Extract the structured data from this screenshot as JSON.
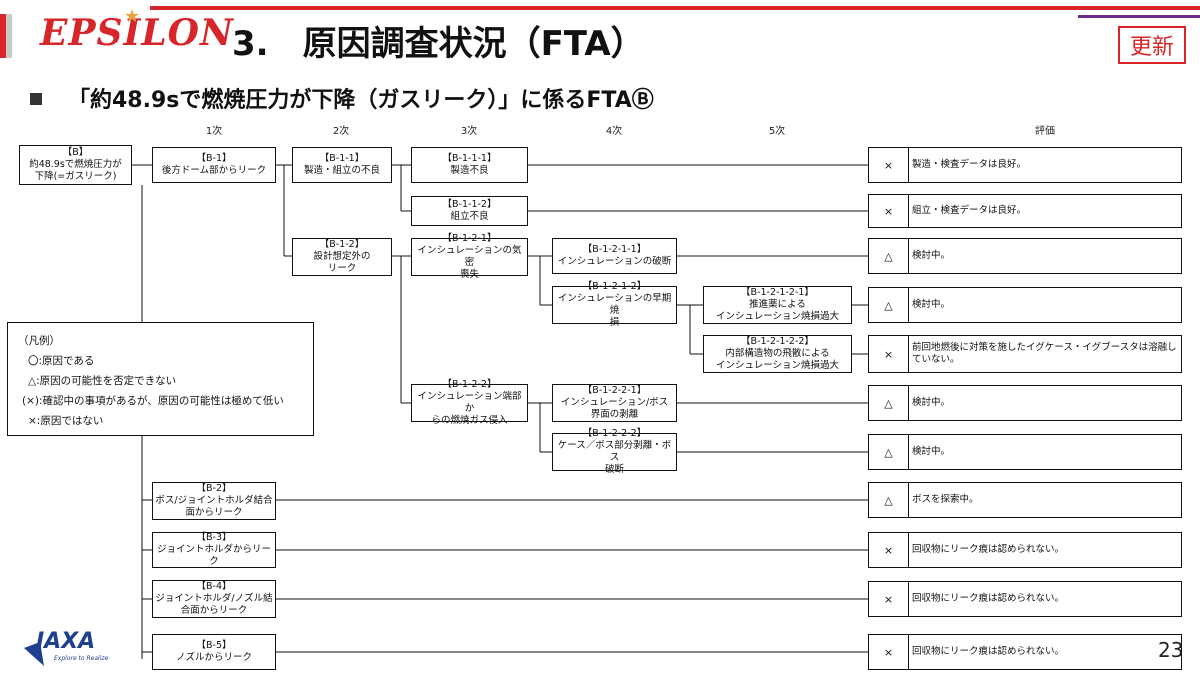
{
  "header": {
    "logo": "EPSILON",
    "title": "3.　原因調査状況（FTA）",
    "badge": "更新",
    "subtitle": "「約48.9sで燃焼圧力が下降（ガスリーク）」に係るFTAⒷ"
  },
  "columns": {
    "c1": "1次",
    "c2": "2次",
    "c3": "3次",
    "c4": "4次",
    "c5": "5次",
    "eval": "評価"
  },
  "nodes": {
    "B": {
      "id": "【B】",
      "l1": "約48.9sで燃焼圧力が",
      "l2": "下降(=ガスリーク)"
    },
    "B1": {
      "id": "【B-1】",
      "l1": "後方ドーム部からリーク"
    },
    "B11": {
      "id": "【B-1-1】",
      "l1": "製造・組立の不良"
    },
    "B111": {
      "id": "【B-1-1-1】",
      "l1": "製造不良"
    },
    "B112": {
      "id": "【B-1-1-2】",
      "l1": "組立不良"
    },
    "B12": {
      "id": "【B-1-2】",
      "l1": "設計想定外の",
      "l2": "リーク"
    },
    "B121": {
      "id": "【B-1-2-1】",
      "l1": "インシュレーションの気密",
      "l2": "喪失"
    },
    "B1211": {
      "id": "【B-1-2-1-1】",
      "l1": "インシュレーションの破断"
    },
    "B1212": {
      "id": "【B-1-2-1-2】",
      "l1": "インシュレーションの早期焼",
      "l2": "損"
    },
    "B12121": {
      "id": "【B-1-2-1-2-1】",
      "l1": "推進薬による",
      "l2": "インシュレーション焼損過大"
    },
    "B12122": {
      "id": "【B-1-2-1-2-2】",
      "l1": "内部構造物の飛散による",
      "l2": "インシュレーション焼損過大"
    },
    "B122": {
      "id": "【B-1-2-2】",
      "l1": "インシュレーション端部か",
      "l2": "らの燃焼ガス侵入"
    },
    "B1221": {
      "id": "【B-1-2-2-1】",
      "l1": "インシュレーション/ボス",
      "l2": "界面の剥離"
    },
    "B1222": {
      "id": "【B-1-2-2-2】",
      "l1": "ケース／ボス部分剥離・ボス",
      "l2": "破断"
    },
    "B2": {
      "id": "【B-2】",
      "l1": "ボス/ジョイントホルダ結合",
      "l2": "面からリーク"
    },
    "B3": {
      "id": "【B-3】",
      "l1": "ジョイントホルダからリーク"
    },
    "B4": {
      "id": "【B-4】",
      "l1": "ジョイントホルダ/ノズル結",
      "l2": "合面からリーク"
    },
    "B5": {
      "id": "【B-5】",
      "l1": "ノズルからリーク"
    }
  },
  "evaluations": [
    {
      "mark": "×",
      "text": "製造・検査データは良好。"
    },
    {
      "mark": "×",
      "text": "組立・検査データは良好。"
    },
    {
      "mark": "△",
      "text": "検討中。"
    },
    {
      "mark": "△",
      "text": "検討中。"
    },
    {
      "mark": "×",
      "text": "前回地燃後に対策を施したイグケース・イグブースタは溶融していない。"
    },
    {
      "mark": "△",
      "text": "検討中。"
    },
    {
      "mark": "△",
      "text": "検討中。"
    },
    {
      "mark": "△",
      "text": "ボスを探索中。"
    },
    {
      "mark": "×",
      "text": "回収物にリーク痕は認められない。"
    },
    {
      "mark": "×",
      "text": "回収物にリーク痕は認められない。"
    },
    {
      "mark": "×",
      "text": "回収物にリーク痕は認められない。"
    }
  ],
  "legend": {
    "title": "（凡例）",
    "items": [
      "〇:原因である",
      "△:原因の可能性を否定できない",
      "(×):確認中の事項があるが、原因の可能性は極めて低い",
      "×:原因ではない"
    ]
  },
  "footer": {
    "page": "23",
    "org": "JAXA",
    "tagline": "Explore to Realize"
  },
  "colors": {
    "accent": "#d7262a",
    "purple": "#6b2c8c",
    "jaxa_blue": "#1f3f8f"
  }
}
